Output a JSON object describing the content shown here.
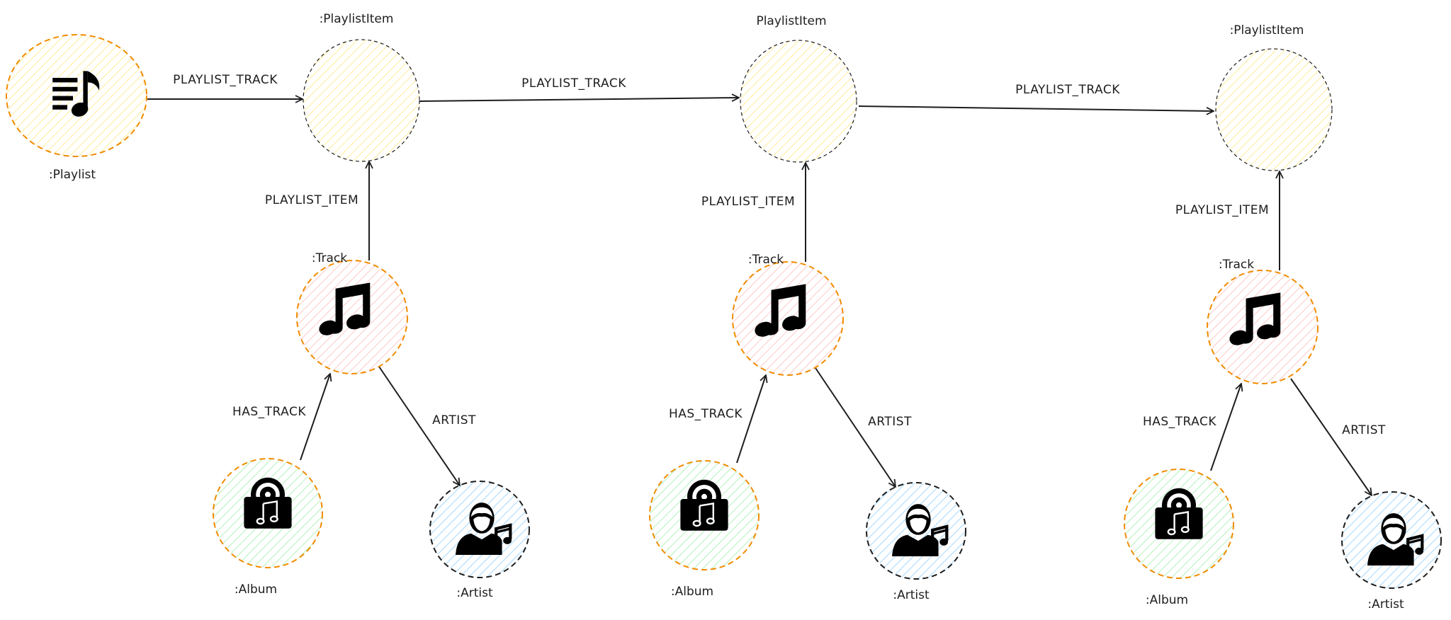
{
  "colors": {
    "orange_stroke": "#f08c00",
    "dark_stroke": "#1e1e1e",
    "yellow_hatch": "#ffec99",
    "red_hatch": "#ffc9c9",
    "green_hatch": "#b2f2bb",
    "blue_hatch": "#a5d8ff"
  },
  "nodes": {
    "playlist": {
      "label": ":Playlist",
      "icon": "playlist-icon"
    },
    "item1": {
      "label": ":PlaylistItem"
    },
    "item2": {
      "label": "PlaylistItem"
    },
    "item3": {
      "label": ":PlaylistItem"
    },
    "track1": {
      "label": ":Track",
      "icon": "music-note-icon"
    },
    "track2": {
      "label": ":Track",
      "icon": "music-note-icon"
    },
    "track3": {
      "label": ":Track",
      "icon": "music-note-icon"
    },
    "album1": {
      "label": ":Album",
      "icon": "album-icon"
    },
    "album2": {
      "label": ":Album",
      "icon": "album-icon"
    },
    "album3": {
      "label": ":Album",
      "icon": "album-icon"
    },
    "artist1": {
      "label": ":Artist",
      "icon": "artist-icon"
    },
    "artist2": {
      "label": ":Artist",
      "icon": "artist-icon"
    },
    "artist3": {
      "label": ":Artist",
      "icon": "artist-icon"
    }
  },
  "edges": {
    "playlist_track_1": "PLAYLIST_TRACK",
    "playlist_track_2": "PLAYLIST_TRACK",
    "playlist_track_3": "PLAYLIST_TRACK",
    "playlist_item_1": "PLAYLIST_ITEM",
    "playlist_item_2": "PLAYLIST_ITEM",
    "playlist_item_3": "PLAYLIST_ITEM",
    "has_track_1": "HAS_TRACK",
    "has_track_2": "HAS_TRACK",
    "has_track_3": "HAS_TRACK",
    "artist_1": "ARTIST",
    "artist_2": "ARTIST",
    "artist_3": "ARTIST"
  }
}
